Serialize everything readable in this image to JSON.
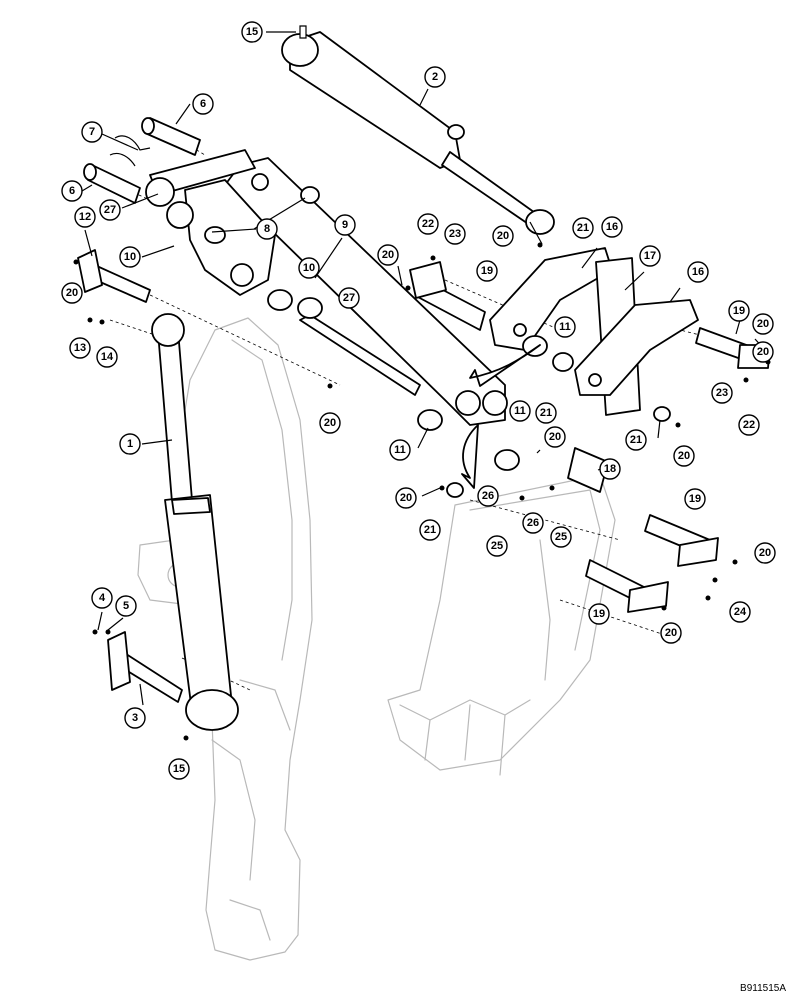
{
  "figure_code": "B911515A",
  "callouts": [
    {
      "label": "15"
    },
    {
      "label": "2"
    },
    {
      "label": "6"
    },
    {
      "label": "7"
    },
    {
      "label": "6"
    },
    {
      "label": "12"
    },
    {
      "label": "27"
    },
    {
      "label": "10"
    },
    {
      "label": "8"
    },
    {
      "label": "9"
    },
    {
      "label": "20"
    },
    {
      "label": "13"
    },
    {
      "label": "14"
    },
    {
      "label": "10"
    },
    {
      "label": "27"
    },
    {
      "label": "20"
    },
    {
      "label": "1"
    },
    {
      "label": "4"
    },
    {
      "label": "5"
    },
    {
      "label": "3"
    },
    {
      "label": "15"
    },
    {
      "label": "20"
    },
    {
      "label": "22"
    },
    {
      "label": "23"
    },
    {
      "label": "19"
    },
    {
      "label": "20"
    },
    {
      "label": "21"
    },
    {
      "label": "16"
    },
    {
      "label": "17"
    },
    {
      "label": "16"
    },
    {
      "label": "11"
    },
    {
      "label": "19"
    },
    {
      "label": "20"
    },
    {
      "label": "20"
    },
    {
      "label": "23"
    },
    {
      "label": "22"
    },
    {
      "label": "11"
    },
    {
      "label": "11"
    },
    {
      "label": "21"
    },
    {
      "label": "20"
    },
    {
      "label": "18"
    },
    {
      "label": "21"
    },
    {
      "label": "20"
    },
    {
      "label": "20"
    },
    {
      "label": "21"
    },
    {
      "label": "26"
    },
    {
      "label": "26"
    },
    {
      "label": "25"
    },
    {
      "label": "25"
    },
    {
      "label": "19"
    },
    {
      "label": "20"
    },
    {
      "label": "19"
    },
    {
      "label": "24"
    },
    {
      "label": "20"
    }
  ]
}
